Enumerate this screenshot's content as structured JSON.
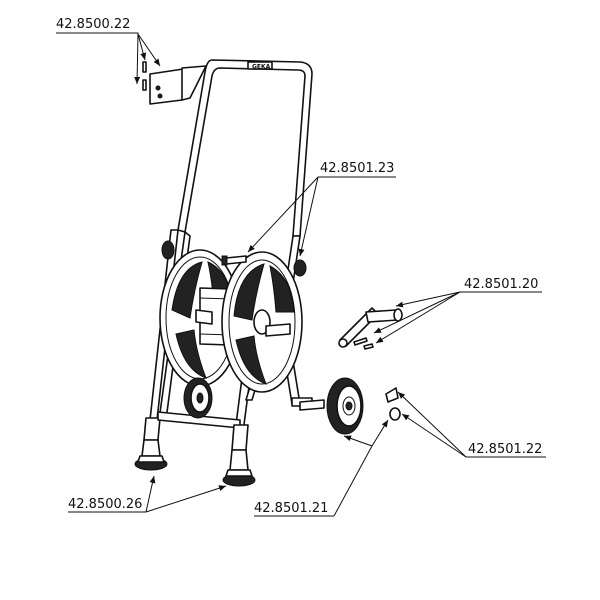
{
  "brand_text": "GEKA",
  "callouts": [
    {
      "id": "bracket",
      "code": "42.8500.22"
    },
    {
      "id": "bolts",
      "code": "42.8501.23"
    },
    {
      "id": "crank",
      "code": "42.8501.20"
    },
    {
      "id": "axle-caps",
      "code": "42.8501.22"
    },
    {
      "id": "feet",
      "code": "42.8500.26"
    },
    {
      "id": "wheel",
      "code": "42.8501.21"
    }
  ]
}
